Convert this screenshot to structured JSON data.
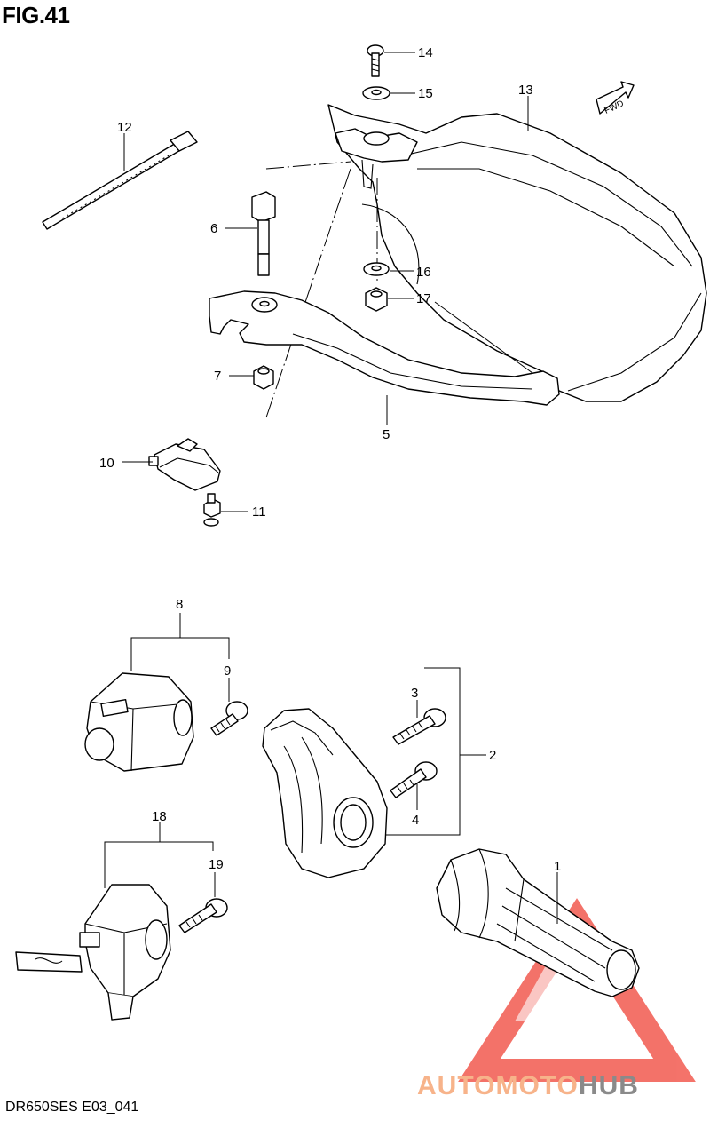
{
  "figure": {
    "title": "FIG.41",
    "code": "DR650SES E03_041",
    "fwd_label": "FWD"
  },
  "watermark": {
    "brand_part1": "AUTOMOTO",
    "brand_part2": "HUB",
    "color_triangle": "#f25a50",
    "color_text": "#f7b38a",
    "color_text_dark": "#8a8a8a"
  },
  "parts": {
    "p1": "1",
    "p2": "2",
    "p3": "3",
    "p4": "4",
    "p5": "5",
    "p6": "6",
    "p7": "7",
    "p8": "8",
    "p9": "9",
    "p10": "10",
    "p11": "11",
    "p12": "12",
    "p13": "13",
    "p14": "14",
    "p15": "15",
    "p16": "16",
    "p17": "17",
    "p18": "18",
    "p19": "19"
  }
}
